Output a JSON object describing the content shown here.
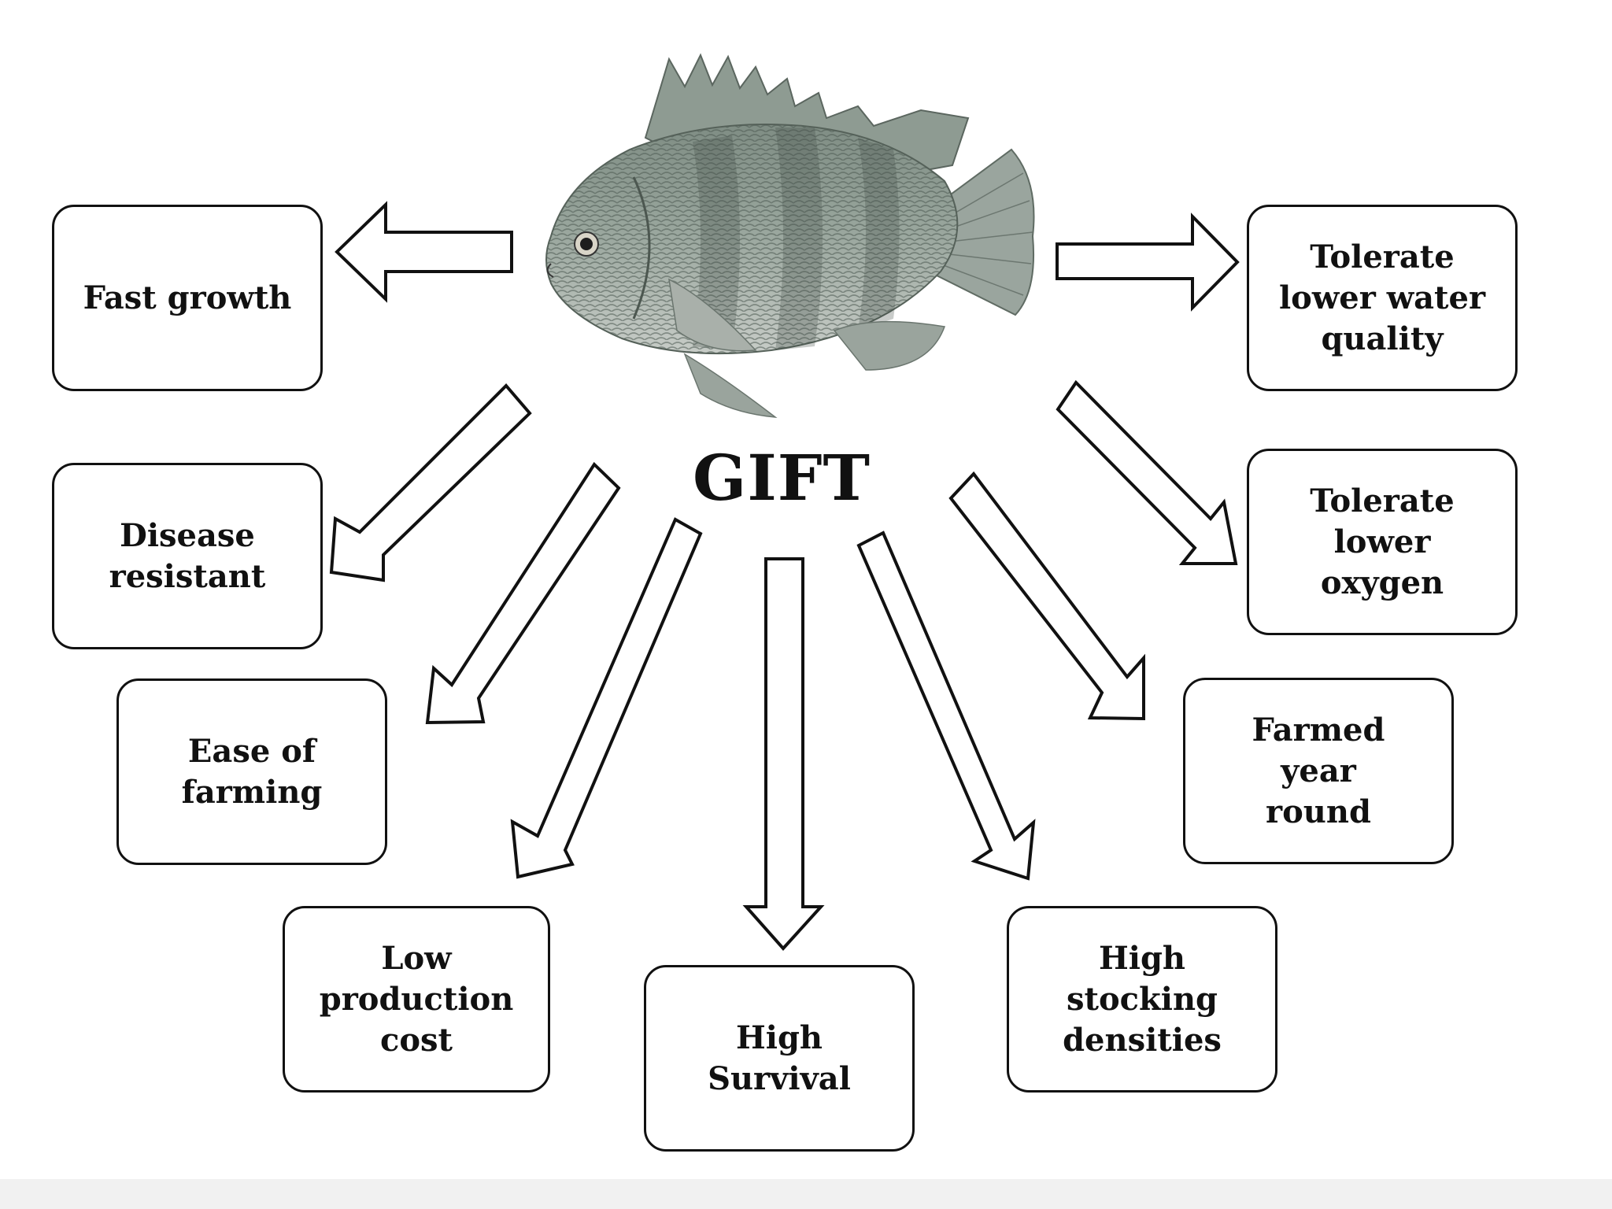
{
  "title": "GIFT",
  "traits": [
    {
      "id": "fast-growth",
      "label": "Fast growth"
    },
    {
      "id": "disease-resistant",
      "label": "Disease resistant"
    },
    {
      "id": "ease-of-farming",
      "label": "Ease of farming"
    },
    {
      "id": "low-production-cost",
      "label": "Low production cost"
    },
    {
      "id": "high-survival",
      "label": "High Survival"
    },
    {
      "id": "high-stocking-densities",
      "label": "High stocking densities"
    },
    {
      "id": "farmed-year-round",
      "label": "Farmed year round"
    },
    {
      "id": "tolerate-lower-oxygen",
      "label": "Tolerate lower oxygen"
    },
    {
      "id": "tolerate-lower-water-quality",
      "label": "Tolerate lower water quality"
    }
  ]
}
